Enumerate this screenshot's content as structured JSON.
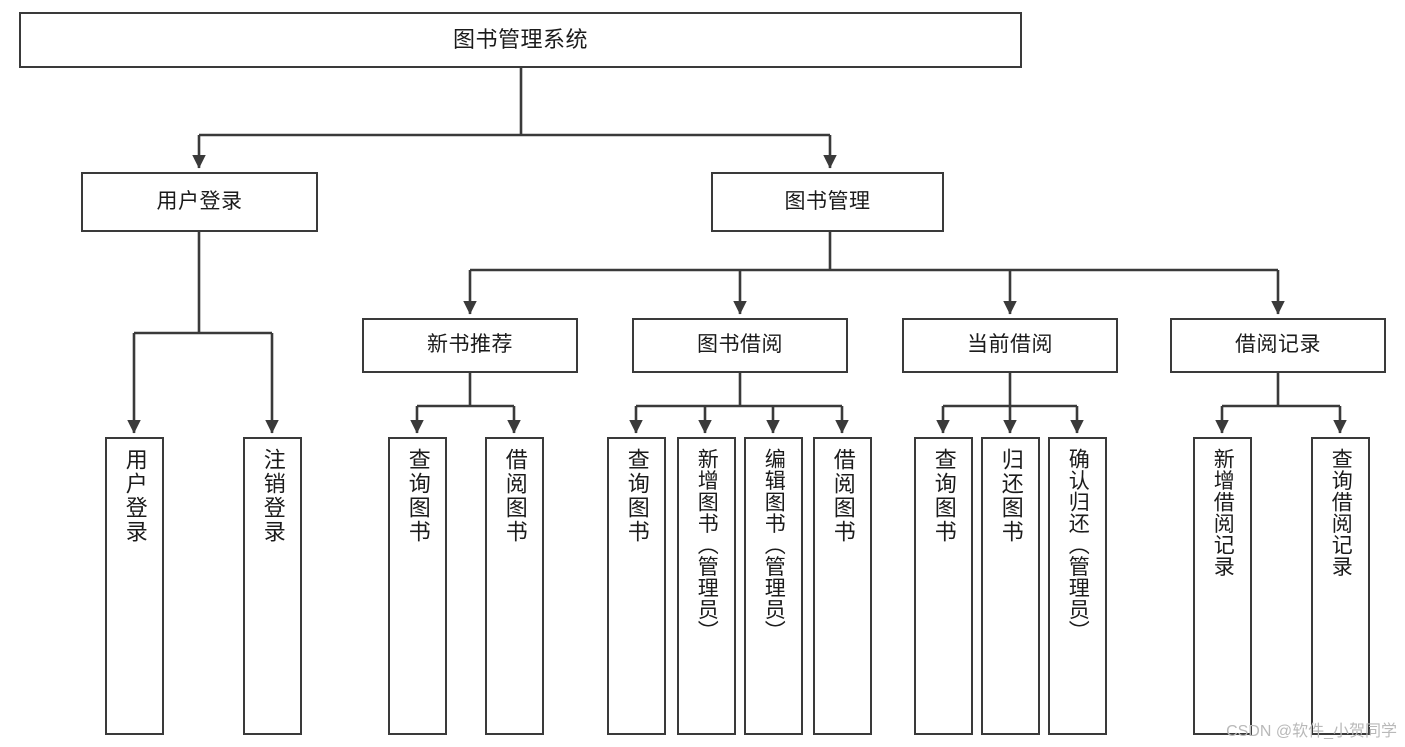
{
  "diagram": {
    "title": "图书管理系统",
    "type": "tree-hierarchy-chart",
    "watermark": "CSDN @软件_小贺同学",
    "colors": {
      "stroke": "#3a3a3a",
      "fill": "#ffffff",
      "text": "#1b1b1b",
      "watermark": "#b9b9b9"
    },
    "nodes": {
      "root": {
        "label": "图书管理系统"
      },
      "level2": [
        {
          "label": "用户登录"
        },
        {
          "label": "图书管理"
        }
      ],
      "level3": [
        {
          "label": "新书推荐"
        },
        {
          "label": "图书借阅"
        },
        {
          "label": "当前借阅"
        },
        {
          "label": "借阅记录"
        }
      ],
      "leaves": {
        "user_login": [
          {
            "label": "用户登录"
          },
          {
            "label": "注销登录"
          }
        ],
        "new_book_recommend": [
          {
            "label": "查询图书"
          },
          {
            "label": "借阅图书"
          }
        ],
        "book_borrow": [
          {
            "label": "查询图书"
          },
          {
            "label": "新增图书（管理员）"
          },
          {
            "label": "编辑图书（管理员）"
          },
          {
            "label": "借阅图书"
          }
        ],
        "current_borrow": [
          {
            "label": "查询图书"
          },
          {
            "label": "归还图书"
          },
          {
            "label": "确认归还（管理员）"
          }
        ],
        "borrow_record": [
          {
            "label": "新增借阅记录"
          },
          {
            "label": "查询借阅记录"
          }
        ]
      }
    }
  }
}
